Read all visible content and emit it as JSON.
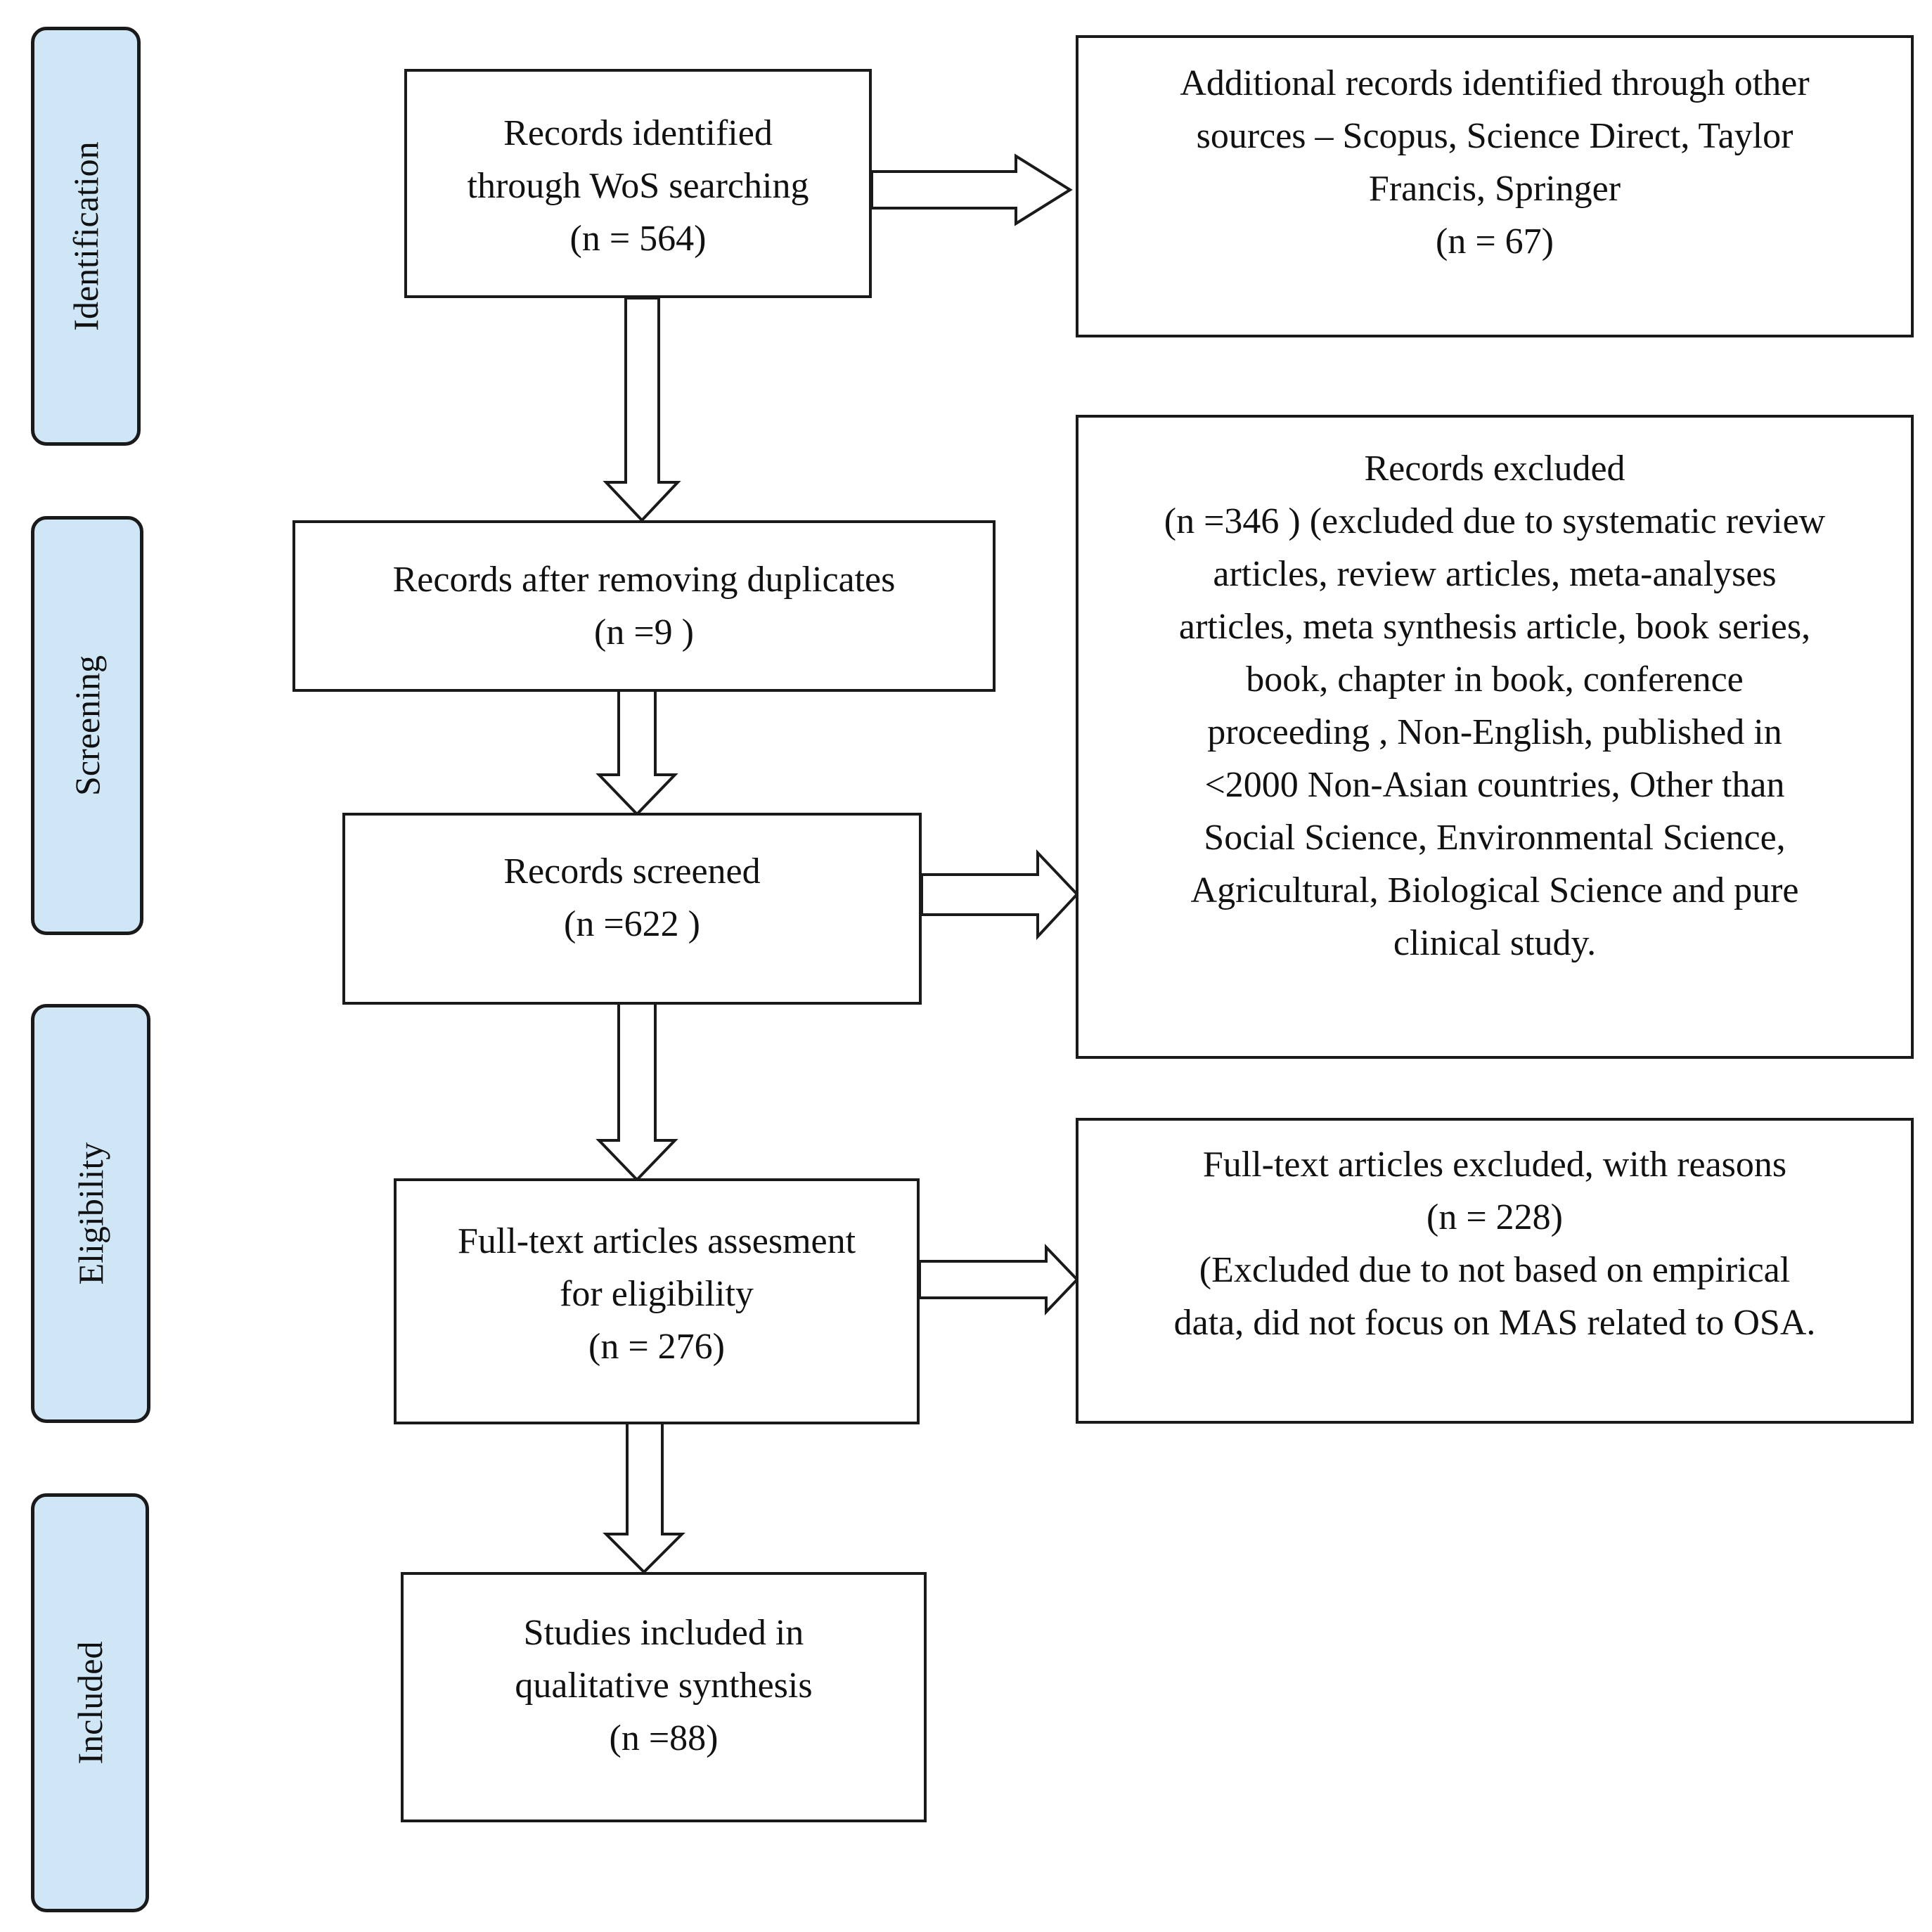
{
  "phases": {
    "identification": "Identification",
    "screening": "Screening",
    "eligibility": "Eligibility",
    "included": "Included"
  },
  "boxes": {
    "wos": {
      "lines": [
        "Records identified",
        "through WoS searching",
        "(n =  564)"
      ]
    },
    "additional": {
      "lines": [
        "Additional records identified through other",
        "sources – Scopus, Science Direct, Taylor",
        "Francis, Springer",
        "(n = 67)"
      ]
    },
    "duplicates": {
      "lines": [
        "Records after  removing duplicates",
        "(n =9 )"
      ]
    },
    "excluded": {
      "lines": [
        "Records excluded",
        "(n =346  ) (excluded due to systematic review",
        "articles, review articles, meta-analyses",
        "articles, meta synthesis article, book series,",
        "book, chapter in book, conference",
        "proceeding , Non-English, published in",
        "<2000  Non-Asian countries, Other than",
        "Social Science, Environmental Science,",
        "Agricultural, Biological Science and pure",
        "clinical study."
      ]
    },
    "screened": {
      "lines": [
        "Records screened",
        "(n =622  )"
      ]
    },
    "fulltext_excluded": {
      "lines": [
        "Full-text articles excluded, with reasons",
        "(n = 228)",
        "(Excluded due to not based on empirical",
        "data, did not focus on MAS related to OSA."
      ]
    },
    "eligibility": {
      "lines": [
        "Full-text articles assesment",
        "for eligibility",
        "(n = 276)"
      ]
    },
    "included": {
      "lines": [
        "Studies included in",
        "qualitative synthesis",
        "(n =88)"
      ]
    }
  }
}
